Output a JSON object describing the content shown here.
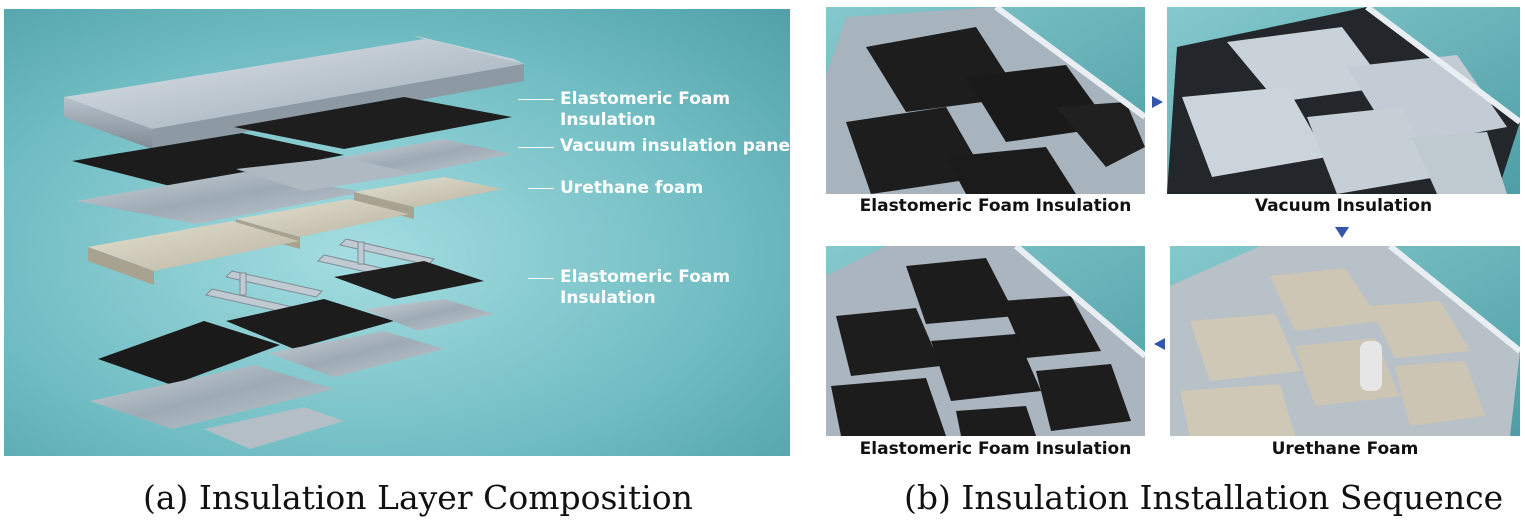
{
  "panel_a": {
    "labels": [
      {
        "line1": "Elastomeric Foam",
        "line2": "Insulation"
      },
      {
        "line1": "Vacuum insulation panel",
        "line2": ""
      },
      {
        "line1": "Urethane foam",
        "line2": ""
      },
      {
        "line1": "Elastomeric Foam",
        "line2": "Insulation"
      }
    ],
    "caption": "(a) Insulation Layer Composition"
  },
  "panel_b": {
    "steps": [
      {
        "label": "Elastomeric Foam Insulation"
      },
      {
        "label": "Vacuum Insulation"
      },
      {
        "label": "Urethane Foam"
      },
      {
        "label": "Elastomeric Foam Insulation"
      }
    ],
    "caption": "(b) Insulation Installation Sequence"
  },
  "colors": {
    "background_teal": "#6fbcc2",
    "background_teal_light": "#9ad6db",
    "elastomeric_black": "#1c1c1c",
    "vacuum_grey": "#b9c3cc",
    "urethane_beige": "#cfcab8",
    "arrow_blue": "#3355aa"
  }
}
